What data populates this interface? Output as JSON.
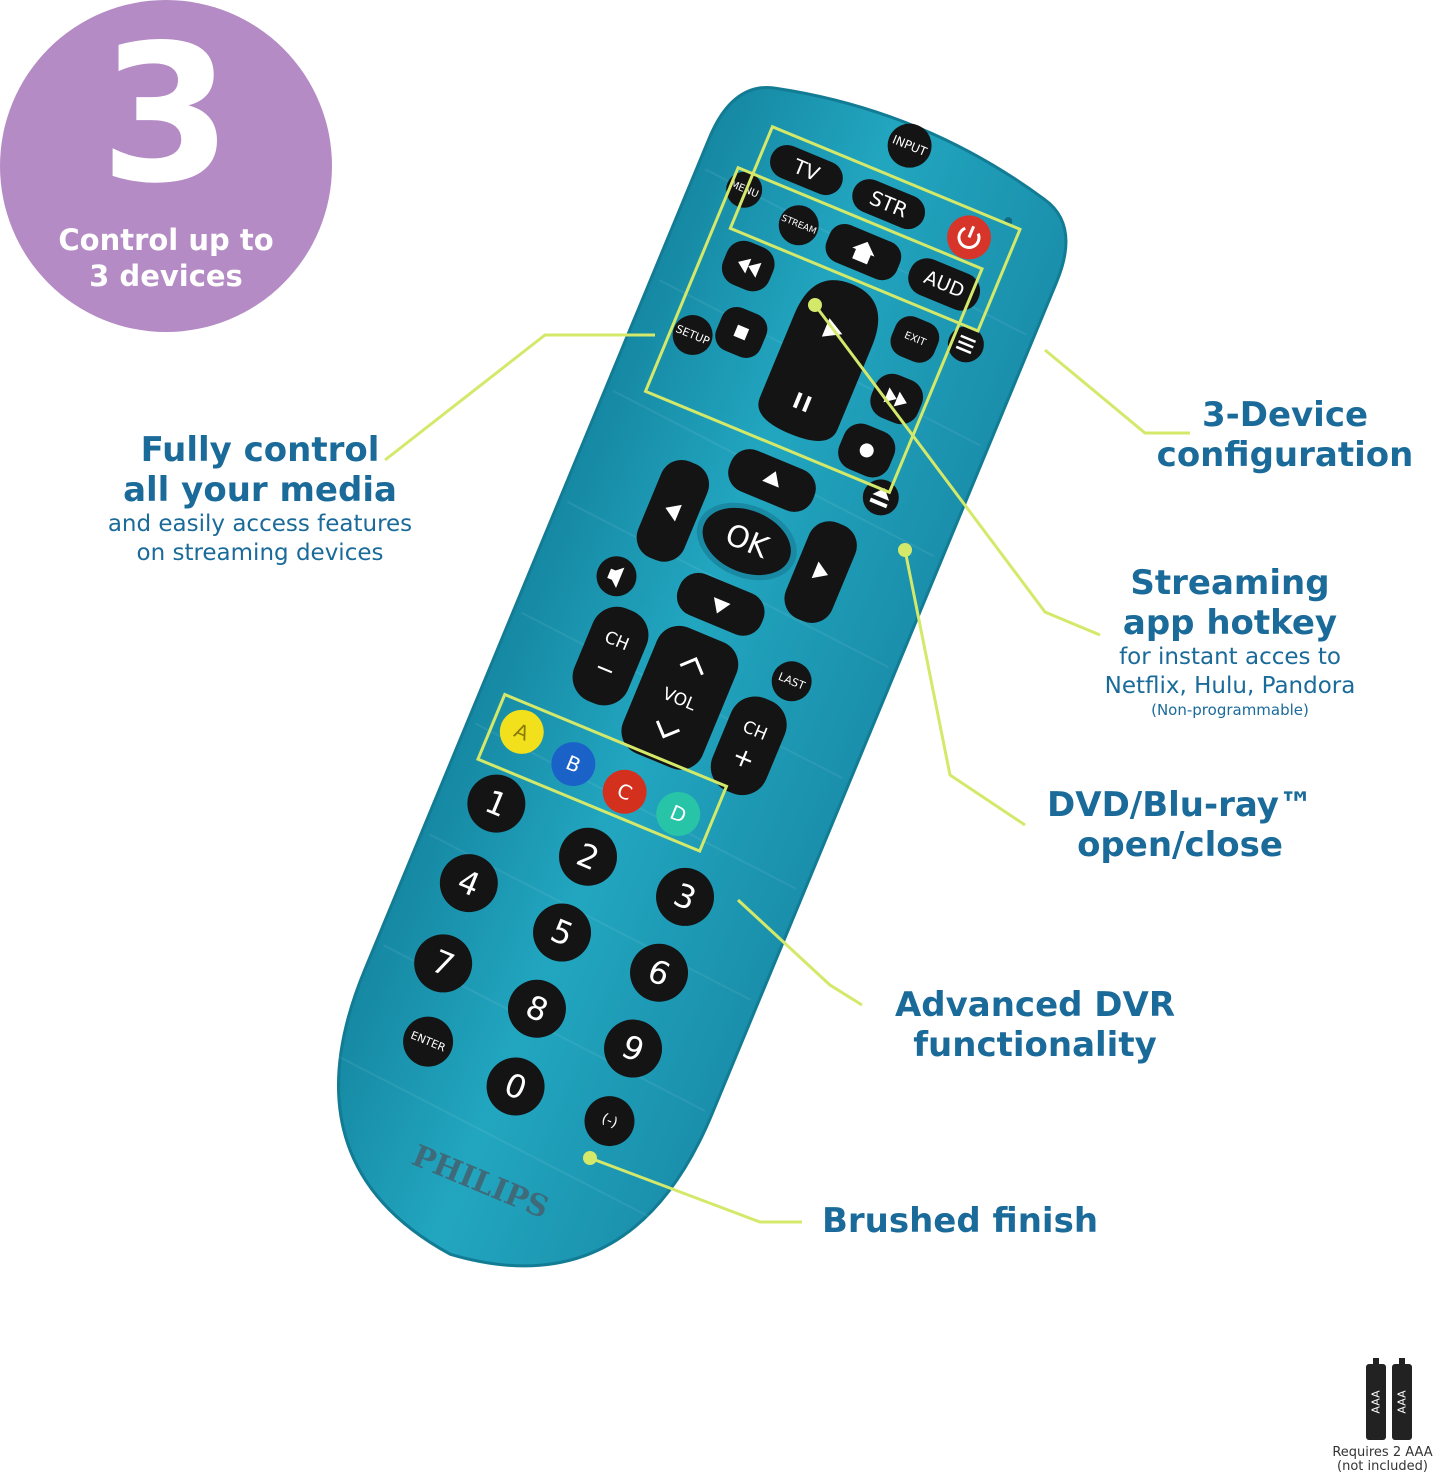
{
  "badge": {
    "number": "3",
    "line1": "Control up to",
    "line2": "3 devices"
  },
  "callouts": {
    "media": {
      "heading1": "Fully control",
      "heading2": "all your media",
      "body1": "and easily access features",
      "body2": "on streaming devices"
    },
    "device_config": {
      "heading1": "3-Device",
      "heading2": "configuration"
    },
    "streaming": {
      "heading1": "Streaming",
      "heading2": "app hotkey",
      "body1": "for instant acces to",
      "body2": "Netflix, Hulu, Pandora",
      "note": "(Non-programmable)"
    },
    "dvd": {
      "heading1": "DVD/Blu-ray™",
      "heading2": "open/close"
    },
    "dvr": {
      "heading1": "Advanced DVR",
      "heading2": "functionality"
    },
    "finish": {
      "heading1": "Brushed finish"
    }
  },
  "remote": {
    "brand": "PHILIPS",
    "buttons": {
      "input": "INPUT",
      "tv": "TV",
      "str": "STR",
      "aud": "AUD",
      "menu": "MENU",
      "stream": "STREAM",
      "exit": "EXIT",
      "setup": "SETUP",
      "ok": "OK",
      "ch_minus": "CH",
      "ch_plus": "CH",
      "vol": "VOL",
      "last": "LAST",
      "enter": "ENTER",
      "dash": "(-)",
      "a": "A",
      "b": "B",
      "c": "C",
      "d": "D",
      "digits": [
        "1",
        "2",
        "3",
        "4",
        "5",
        "6",
        "7",
        "8",
        "9",
        "0"
      ]
    }
  },
  "battery": {
    "cell1": "AAA",
    "cell2": "AAA",
    "note1": "Requires 2 AAA",
    "note2": "(not included)"
  },
  "colors": {
    "remote_body": "#1f9cb6",
    "button": "#141414",
    "power": "#d8352a",
    "btn_a": "#f2e01c",
    "btn_b": "#1b62c8",
    "btn_c": "#d4301e",
    "btn_d": "#27c4a8",
    "callout_line": "#d4e86a",
    "text_blue": "#1a6a9a",
    "badge": "#b48bc4"
  }
}
